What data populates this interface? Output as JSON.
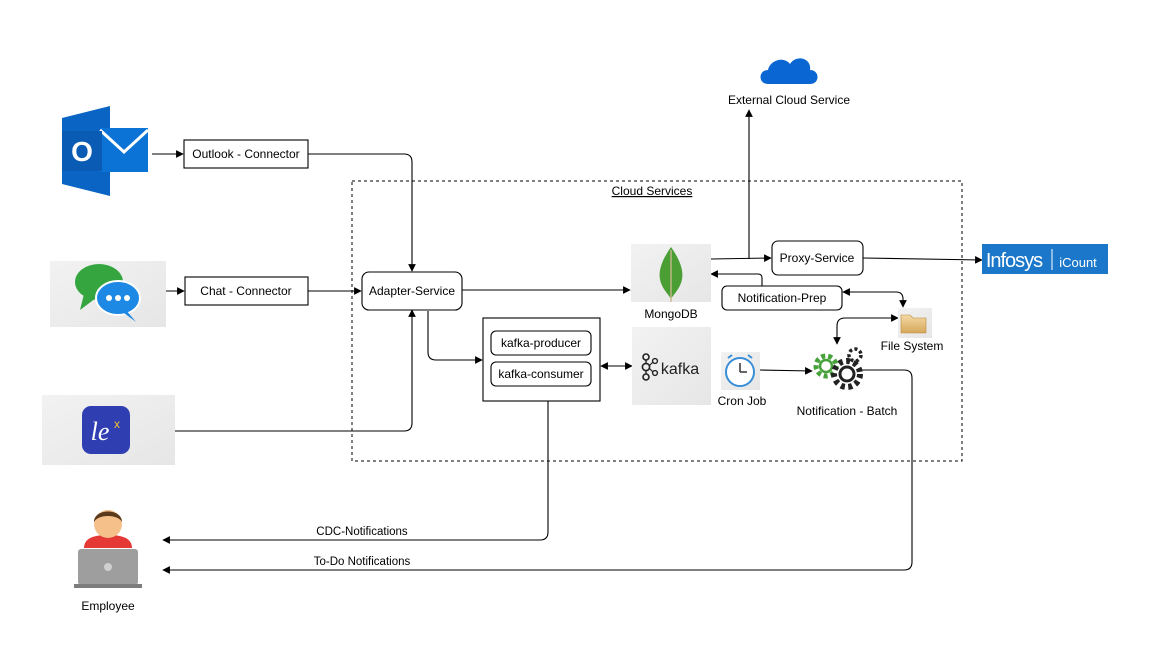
{
  "diagram": {
    "cloud_group_label": "Cloud Services",
    "nodes": {
      "outlook_connector": "Outlook - Connector",
      "chat_connector": "Chat - Connector",
      "adapter_service": "Adapter-Service",
      "kafka_producer": "kafka-producer",
      "kafka_consumer": "kafka-consumer",
      "mongodb": "MongoDB",
      "proxy_service": "Proxy-Service",
      "notification_prep": "Notification-Prep",
      "file_system": "File System",
      "cron_job": "Cron Job",
      "notification_batch": "Notification - Batch",
      "external_cloud_service": "External Cloud Service",
      "employee": "Employee"
    },
    "logos": {
      "kafka": "kafka",
      "infosys": "Infosys",
      "icount": "iCount",
      "outlook": "O"
    },
    "edges": {
      "cdc_notifications": "CDC-Notifications",
      "todo_notifications": "To-Do Notifications"
    }
  }
}
